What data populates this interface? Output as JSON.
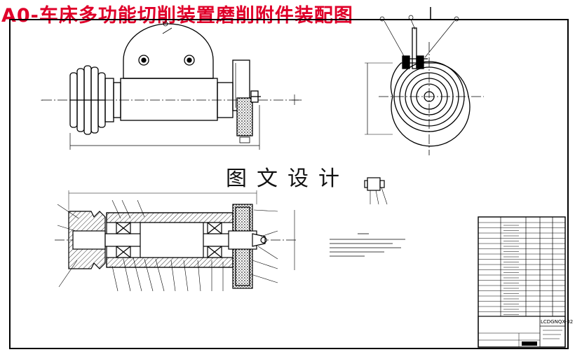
{
  "title": "A0-车床多功能切削装置磨削附件装配图",
  "watermark": "图文设计",
  "colors": {
    "title": "#e0002a",
    "line": "#000000",
    "hatch": "#333333"
  },
  "title_block": {
    "drawing_no": "LCDGNQX-02"
  }
}
